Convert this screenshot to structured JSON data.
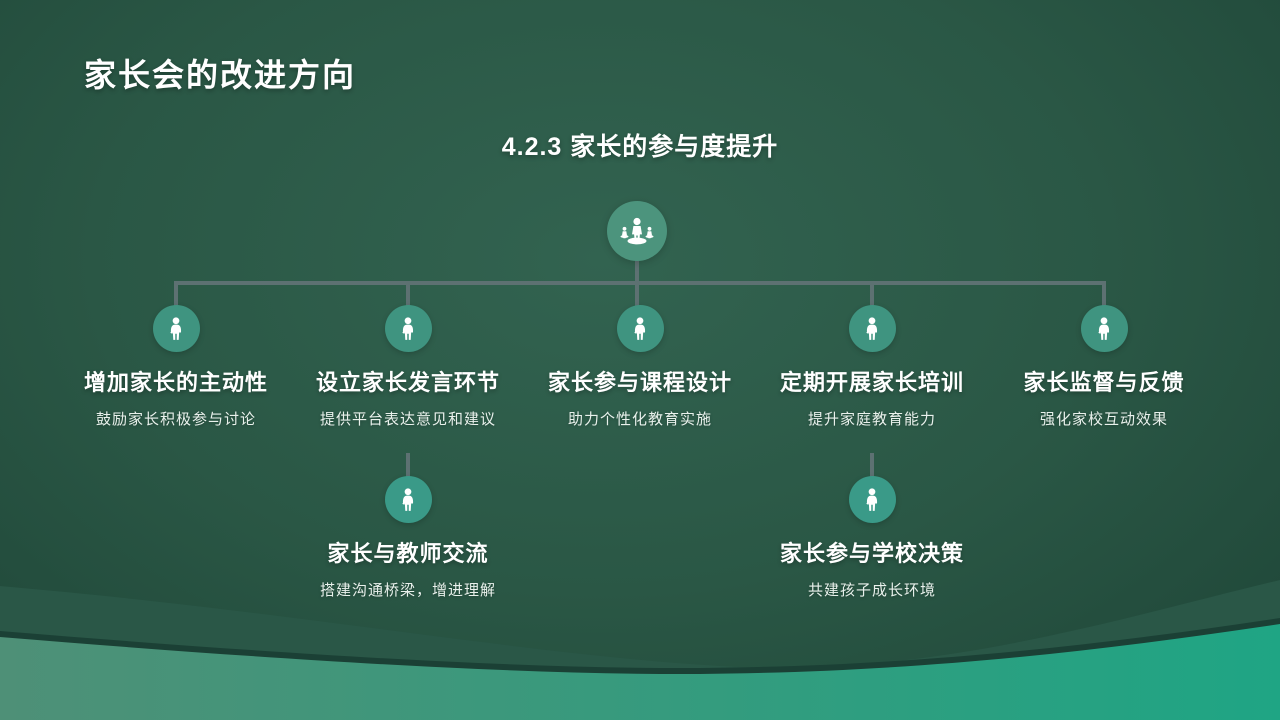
{
  "slide": {
    "title": "家长会的改进方向",
    "subtitle": "4.2.3 家长的参与度提升"
  },
  "colors": {
    "background_center": "#326350",
    "background_edge": "#1e4537",
    "node_circle": "#3f9480",
    "root_circle": "#4c947d",
    "connector": "#5d7172",
    "wave_left": "#4e9077",
    "wave_right": "#1fa584",
    "text_primary": "#ffffff",
    "text_secondary": "#e9f1ec"
  },
  "tree": {
    "root": {
      "icon": "parents-group-icon"
    },
    "nodes": [
      {
        "label": "增加家长的主动性",
        "desc": "鼓励家长积极参与讨论",
        "icon": "person-icon"
      },
      {
        "label": "设立家长发言环节",
        "desc": "提供平台表达意见和建议",
        "icon": "person-icon"
      },
      {
        "label": "家长参与课程设计",
        "desc": "助力个性化教育实施",
        "icon": "person-icon"
      },
      {
        "label": "定期开展家长培训",
        "desc": "提升家庭教育能力",
        "icon": "person-icon"
      },
      {
        "label": "家长监督与反馈",
        "desc": "强化家校互动效果",
        "icon": "person-icon"
      },
      {
        "label": "家长与教师交流",
        "desc": "搭建沟通桥梁，增进理解",
        "icon": "person-icon"
      },
      {
        "label": "家长参与学校决策",
        "desc": "共建孩子成长环境",
        "icon": "person-icon"
      }
    ]
  }
}
